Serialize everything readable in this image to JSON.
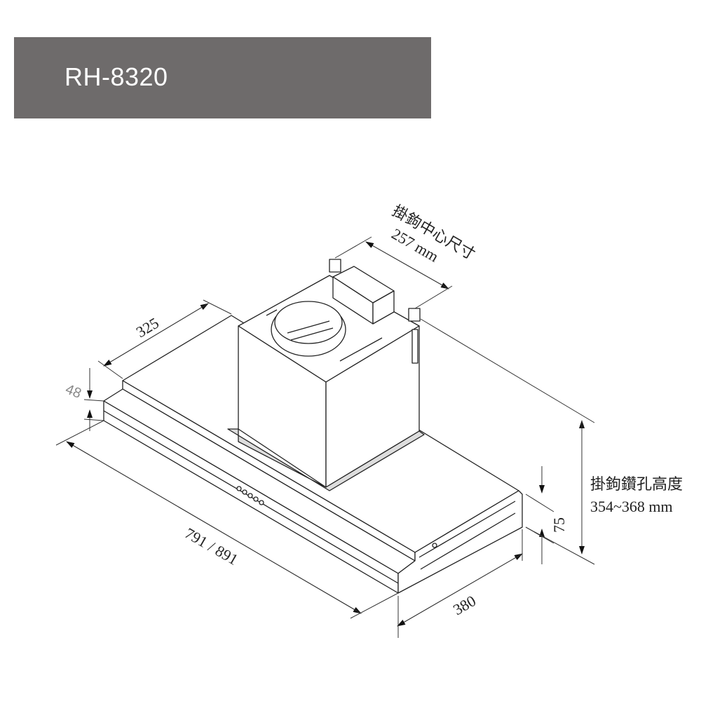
{
  "header": {
    "model": "RH-8320",
    "background": "#6e6b6b"
  },
  "dimensions": {
    "hook_center_label": "掛鉤中心尺寸",
    "hook_center_value": "257 mm",
    "depth_top": "325",
    "front_height": "48",
    "width": "791 / 891",
    "depth": "380",
    "body_height": "75",
    "hook_hole_height_label": "掛鉤鑽孔高度",
    "hook_hole_height_value": "354~368 mm"
  }
}
